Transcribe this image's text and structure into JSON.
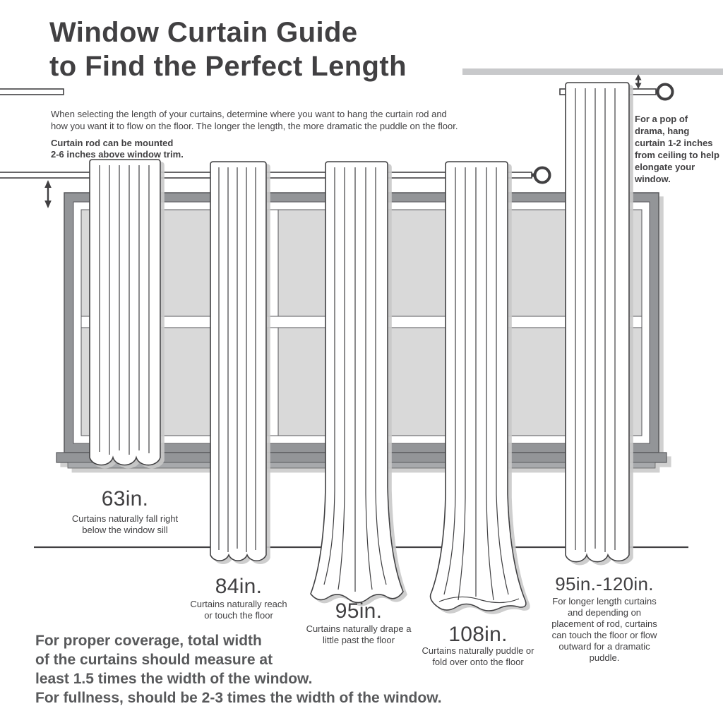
{
  "title": {
    "line1": "Window Curtain Guide",
    "line2": "to Find the Perfect Length"
  },
  "intro": {
    "lines": [
      "When selecting the length of your curtains, determine where you want to hang the curtain rod and",
      "how you want it to flow on the floor. The longer the length, the more dramatic the puddle on the floor."
    ]
  },
  "rod_note": {
    "lines": [
      "Curtain rod can be mounted",
      "2-6 inches above window trim."
    ]
  },
  "drama_note": {
    "text": "For a pop of drama, hang curtain 1-2 inches from ceiling to help elongate your window."
  },
  "curtains": [
    {
      "length": "63in.",
      "description": "Curtains naturally fall right below the window sill"
    },
    {
      "length": "84in.",
      "description": "Curtains naturally reach or touch the floor"
    },
    {
      "length": "95in.",
      "description": "Curtains naturally drape a little past the floor"
    },
    {
      "length": "108in.",
      "description": "Curtains naturally puddle or fold over onto the floor"
    },
    {
      "length": "95in.-120in.",
      "description": "For longer length curtains and depending on placement of rod, curtains can touch the floor or flow outward for a dramatic puddle."
    }
  ],
  "coverage_note": {
    "lines": [
      "For proper coverage, total width",
      "of the curtains should measure at",
      "least 1.5 times the width of the window.",
      "For fullness, should be 2-3 times the width of the window."
    ]
  },
  "icons": {
    "left_mount_arrow": "double-vertical-arrow-icon",
    "ceiling_mount_arrow": "double-vertical-arrow-icon",
    "rod_finial": "ring-icon",
    "ceiling_rod_finial": "ring-icon"
  },
  "colors": {
    "text": "#414042",
    "muted_text": "#58595b",
    "outline": "#414042",
    "window_frame": "#939598",
    "window_pane": "#d9d9d9",
    "mullion": "#ffffff",
    "ceiling_bar": "#c8c9cb",
    "shadow": "#c9c9c9"
  }
}
